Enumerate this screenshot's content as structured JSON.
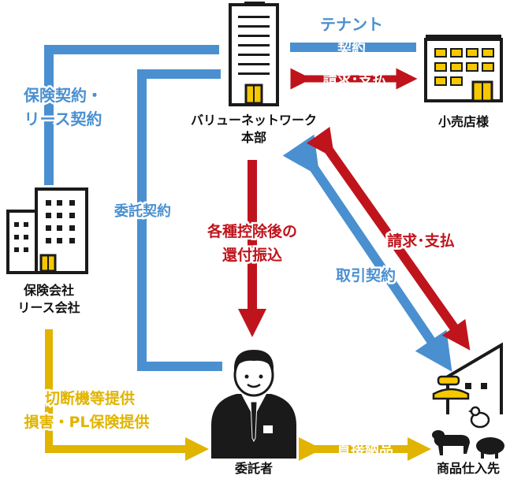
{
  "nodes": {
    "headquarters": [
      "バリューネットワーク",
      "本部"
    ],
    "retail": [
      "小売店様"
    ],
    "insurance": [
      "保険会社",
      "リース会社"
    ],
    "consignee": [
      "委託者"
    ],
    "supplier": [
      "商品仕入先"
    ]
  },
  "edges": {
    "tenant_contract": [
      "テナント",
      "契約"
    ],
    "billing_retail": [
      "請求･支払"
    ],
    "insurance_lease_contract": [
      "保険契約・",
      "リース契約"
    ],
    "consignment_contract": [
      "委託契約"
    ],
    "deduction_transfer": [
      "各種控除後の",
      "還付振込"
    ],
    "billing_supplier": [
      "請求･支払"
    ],
    "trade_contract": [
      "取引契約"
    ],
    "cutter_insurance": [
      "切断機等提供",
      "損害・PL保険提供"
    ],
    "direct_delivery": [
      "直接納品"
    ]
  },
  "colors": {
    "blue": "#4a90d0",
    "red": "#c0141c",
    "yellow": "#e0b400",
    "dark": "#1a1a1a"
  }
}
